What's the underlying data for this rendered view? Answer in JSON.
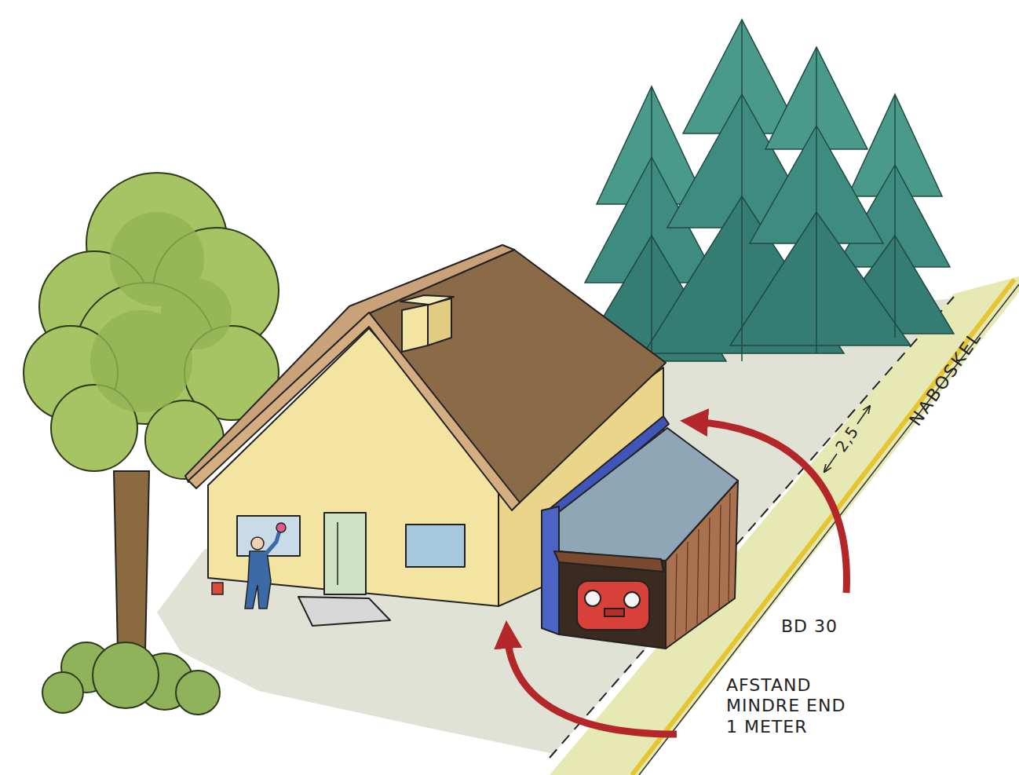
{
  "diagram": {
    "labels": [
      "NABOSKEL",
      "2,5",
      "BD 30",
      "AFSTAND MINDRE END 1 METER"
    ]
  }
}
